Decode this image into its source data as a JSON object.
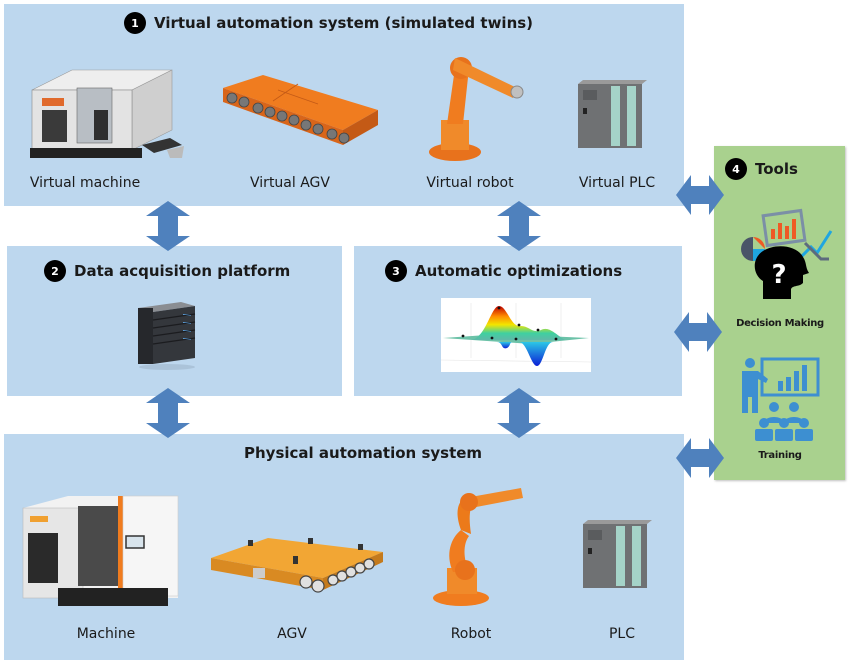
{
  "colors": {
    "panel_blue": "#bdd7ee",
    "tools_green": "#a9d18e",
    "arrow_blue": "#4f81bd",
    "badge_black": "#000000",
    "equipment_orange": "#f07c1f"
  },
  "virtual_system": {
    "badge": "1",
    "title": "Virtual automation system (simulated twins)",
    "items": [
      {
        "label": "Virtual machine",
        "icon": "cnc-machine-icon"
      },
      {
        "label": "Virtual AGV",
        "icon": "agv-icon"
      },
      {
        "label": "Virtual robot",
        "icon": "robot-arm-icon"
      },
      {
        "label": "Virtual PLC",
        "icon": "plc-icon"
      }
    ]
  },
  "data_acquisition": {
    "badge": "2",
    "title": "Data acquisition platform",
    "icon": "server-icon"
  },
  "optimization": {
    "badge": "3",
    "title": "Automatic optimizations",
    "icon": "surface-plot-icon"
  },
  "tools": {
    "badge": "4",
    "title": "Tools",
    "items": [
      {
        "label": "Decision Making",
        "icon": "decision-head-icon"
      },
      {
        "label": "Training",
        "icon": "training-presentation-icon"
      }
    ]
  },
  "physical_system": {
    "title": "Physical automation system",
    "items": [
      {
        "label": "Machine",
        "icon": "cnc-machine-icon"
      },
      {
        "label": "AGV",
        "icon": "agv-icon"
      },
      {
        "label": "Robot",
        "icon": "robot-arm-icon"
      },
      {
        "label": "PLC",
        "icon": "plc-icon"
      }
    ]
  },
  "connections": [
    {
      "from": "virtual_system",
      "to": "data_acquisition",
      "type": "bidirectional"
    },
    {
      "from": "virtual_system",
      "to": "optimization",
      "type": "bidirectional"
    },
    {
      "from": "data_acquisition",
      "to": "physical_system",
      "type": "bidirectional"
    },
    {
      "from": "optimization",
      "to": "physical_system",
      "type": "bidirectional"
    },
    {
      "from": "virtual_system",
      "to": "tools",
      "type": "bidirectional"
    },
    {
      "from": "optimization",
      "to": "tools",
      "type": "bidirectional"
    },
    {
      "from": "physical_system",
      "to": "tools",
      "type": "bidirectional"
    }
  ]
}
